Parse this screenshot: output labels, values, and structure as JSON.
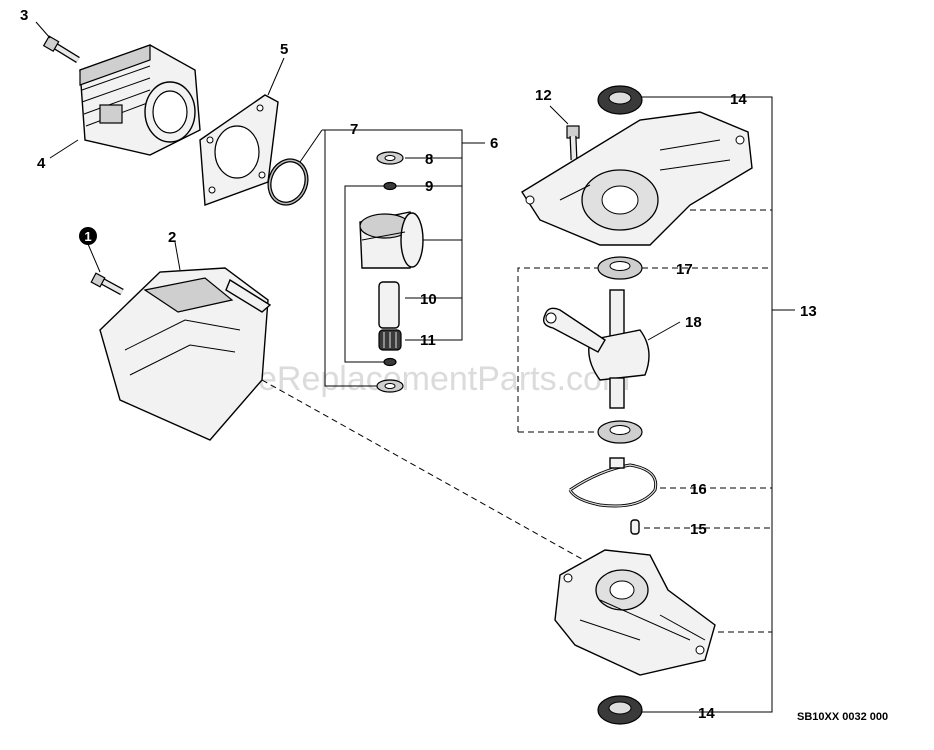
{
  "watermark": "eReplacementParts.com",
  "footer_code": "SB10XX 0032 000",
  "callouts": {
    "c1": "1",
    "c2": "2",
    "c3": "3",
    "c4": "4",
    "c5": "5",
    "c6": "6",
    "c7": "7",
    "c8": "8",
    "c9": "9",
    "c10": "10",
    "c11": "11",
    "c12": "12",
    "c13": "13",
    "c14_top": "14",
    "c14_bottom": "14",
    "c15": "15",
    "c16": "16",
    "c17": "17",
    "c18": "18"
  }
}
